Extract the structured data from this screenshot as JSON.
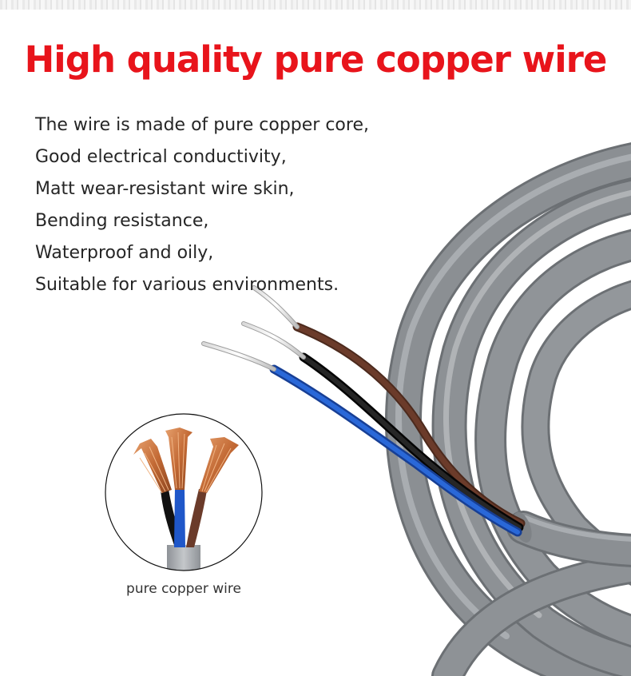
{
  "headline": "High quality pure copper wire",
  "features": [
    "The wire is made of pure copper core,",
    "Good electrical conductivity,",
    "Matt wear-resistant wire skin,",
    "Bending resistance,",
    "Waterproof and oily,",
    "Suitable for various environments."
  ],
  "inset": {
    "caption": "pure copper wire"
  },
  "colors": {
    "headline": "#e8141b",
    "body_text": "#262626",
    "jacket_gray": "#8b8f93",
    "core_blue": "#1f57c9",
    "core_brown": "#6b3b2a",
    "core_black": "#1b1b1b",
    "copper": "#c7703b"
  },
  "icons": {
    "cable": "gray-3-core-cable-illustration",
    "cross_section": "copper-core-cross-section-illustration"
  }
}
